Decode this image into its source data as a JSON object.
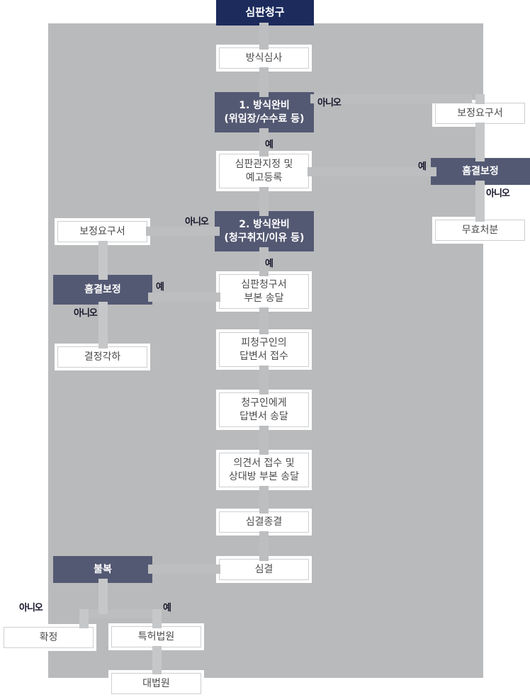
{
  "title": "심판청구",
  "labels": {
    "yes": "예",
    "no": "아니오"
  },
  "colors": {
    "background": "#b9babc",
    "navy": "#1c2b5c",
    "slate": "#545973",
    "box_border": "#cdced0",
    "box_text": "#4b4b4b",
    "connector": "#c6c7c9"
  },
  "nodes": {
    "trial_request": "심판청구",
    "formality_exam": "방식심사",
    "formality_complete_1": "1. 방식완비\n(위임장/수수료 등)",
    "judge_assignment": "심판관지정 및\n예고등록",
    "formality_complete_2": "2. 방식완비\n(청구취지/이유 등)",
    "copy_delivery": "심판청구서\n부본 송달",
    "answer_receipt": "피청구인의\n답변서 접수",
    "answer_delivery": "청구인에게\n답변서 송달",
    "opinion_receipt": "의견서 접수 및\n상대방 부본 송달",
    "trial_closing": "심결종결",
    "trial_decision": "심결",
    "correction_request_left": "보정요구서",
    "defect_correction_left": "흠결보정",
    "decision_dismissal": "결정각하",
    "appeal": "불복",
    "confirmed": "확정",
    "patent_court": "특허법원",
    "supreme_court": "대법원",
    "correction_request_right": "보정요구서",
    "defect_correction_right": "흠결보정",
    "invalidation": "무효처분"
  }
}
